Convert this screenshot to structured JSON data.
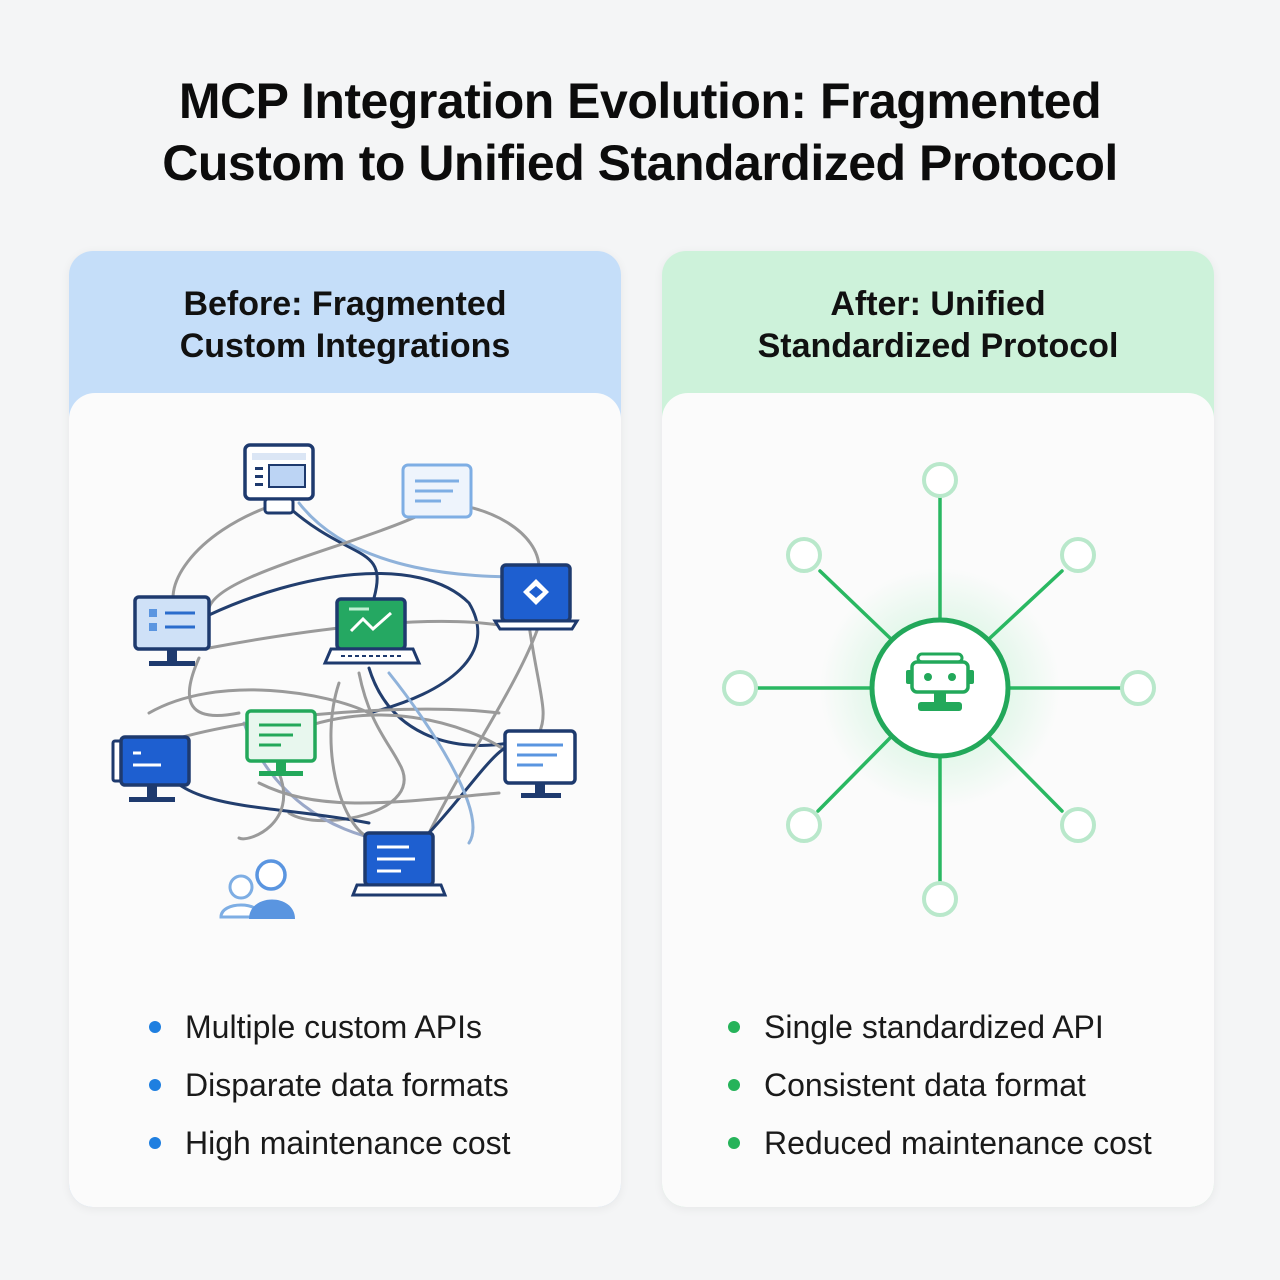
{
  "title": {
    "line1": "MCP Integration Evolution: Fragmented",
    "line2": "Custom to Unified Standardized Protocol"
  },
  "before": {
    "header_line1": "Before: Fragmented",
    "header_line2": "Custom Integrations",
    "bullets": [
      "Multiple custom APIs",
      "Disparate data formats",
      "High maintenance cost"
    ],
    "icons": [
      "terminal-icon",
      "document-icon",
      "laptop-icon",
      "monitor-icon",
      "laptop-chart-icon",
      "monitor-icon",
      "monitor-icon",
      "monitor-icon",
      "laptop-icon",
      "users-icon"
    ],
    "colors": {
      "header": "#c5def9",
      "accent": "#1f7fe0",
      "navy": "#1e3a6e",
      "green": "#23a85a"
    }
  },
  "after": {
    "header_line1": "After: Unified",
    "header_line2": "Standardized Protocol",
    "bullets": [
      "Single standardized API",
      "Consistent data format",
      "Reduced maintenance cost"
    ],
    "icons": [
      "robot-hub-icon"
    ],
    "colors": {
      "header": "#cdf2da",
      "accent": "#26b35a"
    }
  }
}
